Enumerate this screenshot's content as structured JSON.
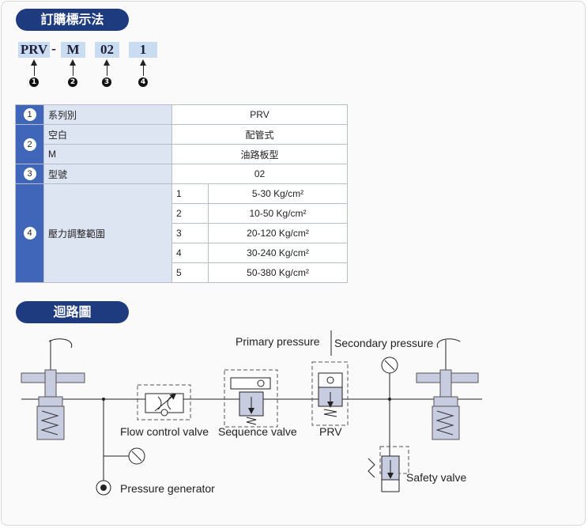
{
  "ordering": {
    "title": "訂購標示法",
    "code": {
      "segments": [
        "PRV",
        "M",
        "02",
        "1"
      ],
      "separator": "-",
      "markers": [
        "1",
        "2",
        "3",
        "4"
      ]
    }
  },
  "spec_table": {
    "rows": [
      {
        "index": "1",
        "label": "系列別",
        "value": "PRV"
      },
      {
        "index": "2",
        "options": [
          {
            "label": "空白",
            "value": "配管式"
          },
          {
            "label": "M",
            "value": "油路板型"
          }
        ]
      },
      {
        "index": "3",
        "label": "型號",
        "value": "02"
      },
      {
        "index": "4",
        "label": "壓力調整範圍",
        "ranges": [
          {
            "no": "1",
            "range": "5-30 Kg/cm²"
          },
          {
            "no": "2",
            "range": "10-50 Kg/cm²"
          },
          {
            "no": "3",
            "range": "20-120 Kg/cm²"
          },
          {
            "no": "4",
            "range": "30-240 Kg/cm²"
          },
          {
            "no": "5",
            "range": "50-380 Kg/cm²"
          }
        ]
      }
    ]
  },
  "circuit": {
    "title": "迴路圖",
    "labels": {
      "primary_pressure": "Primary pressure",
      "secondary_pressure": "Secondary pressure",
      "flow_control_valve": "Flow control valve",
      "sequence_valve": "Sequence valve",
      "prv": "PRV",
      "pressure_generator": "Pressure generator",
      "safety_valve": "Safety valve"
    }
  }
}
